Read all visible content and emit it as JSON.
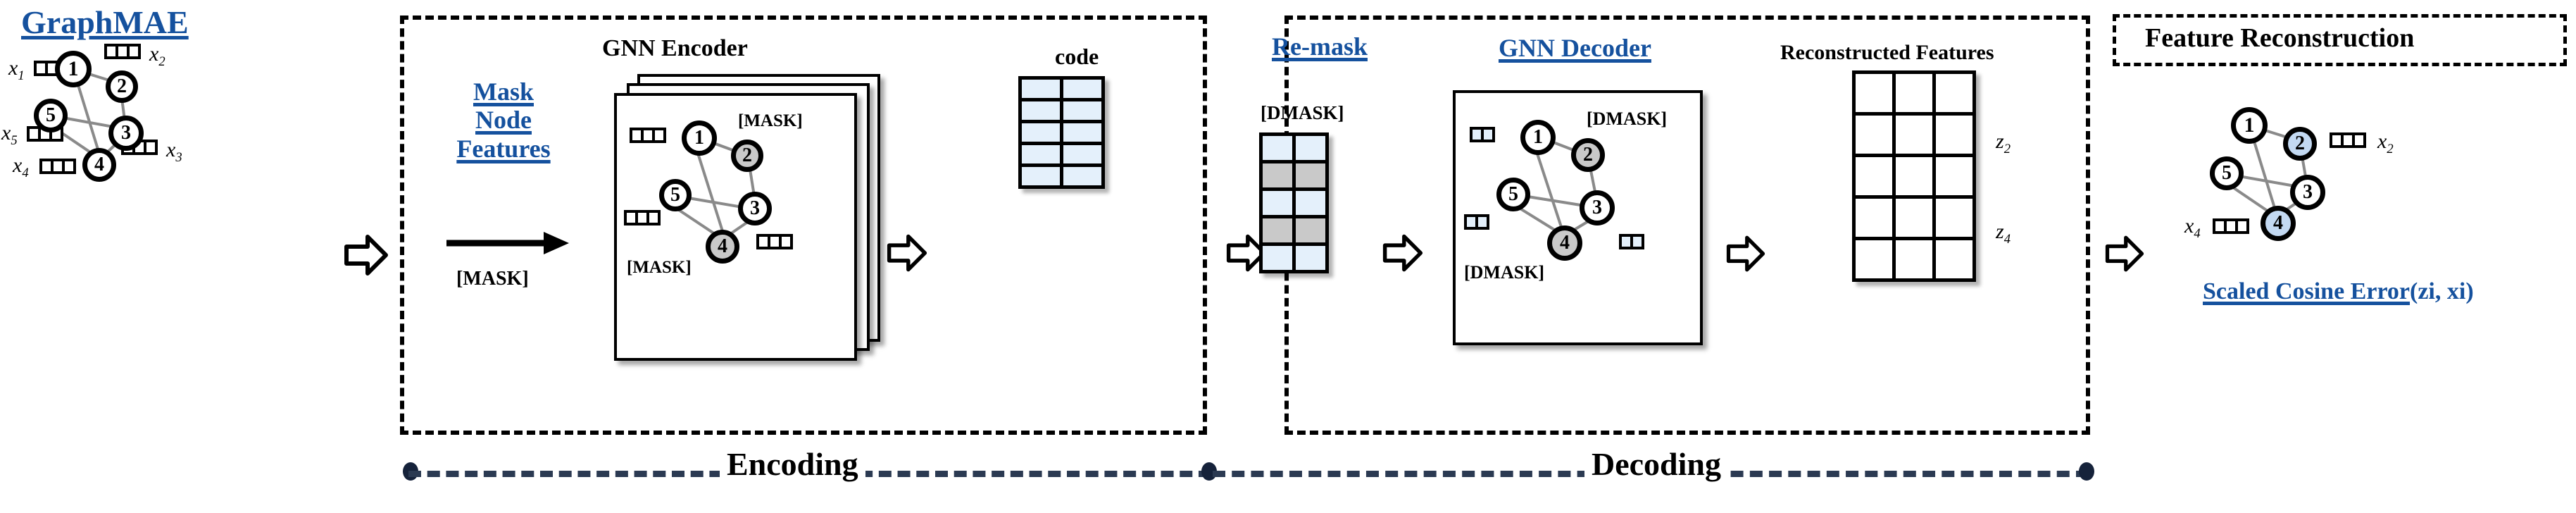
{
  "title": "GraphMAE",
  "colors": {
    "accent_blue": "#15519e",
    "code_cell_fill": "#e4f0fb",
    "masked_node_fill": "#c9c9c9",
    "reconstructed_node_fill": "#c3d9f2",
    "edge_gray": "#8a8a8a",
    "bar_navy": "#2b3a52"
  },
  "input_graph": {
    "nodes": [
      {
        "id": "1",
        "label": "1"
      },
      {
        "id": "2",
        "label": "2"
      },
      {
        "id": "3",
        "label": "3"
      },
      {
        "id": "4",
        "label": "4"
      },
      {
        "id": "5",
        "label": "5"
      }
    ],
    "edges": [
      [
        "1",
        "2"
      ],
      [
        "1",
        "4"
      ],
      [
        "2",
        "3"
      ],
      [
        "5",
        "3"
      ],
      [
        "5",
        "4"
      ],
      [
        "3",
        "4"
      ]
    ],
    "feature_labels": [
      "x1",
      "x2",
      "x3",
      "x4",
      "x5"
    ],
    "feature_cells": 3
  },
  "encoding_panel": {
    "mask_step_label": "Mask\nNode\nFeatures",
    "mask_step_lines": [
      "Mask",
      "Node",
      "Features"
    ],
    "arrow_caption": "[MASK]",
    "encoder_title": "GNN Encoder",
    "encoder_layers": 3,
    "masked_nodes": [
      "2",
      "4"
    ],
    "mask_tags": [
      "[MASK]",
      "[MASK]"
    ],
    "code_title": "code",
    "code_matrix": {
      "rows": 5,
      "cols": 2,
      "masked_rows": []
    },
    "section_label": "Encoding"
  },
  "decoding_panel": {
    "remask_title": "Re-mask",
    "remask_tag": "[DMASK]",
    "remask_matrix": {
      "rows": 5,
      "cols": 2,
      "masked_rows": [
        2,
        4
      ]
    },
    "decoder_title": "GNN Decoder",
    "decoder_masked_nodes": [
      "2",
      "4"
    ],
    "dmask_tags": [
      "[DMASK]",
      "[DMASK]"
    ],
    "decoder_feature_cells": 2,
    "reconstructed_title": "Reconstructed Features",
    "reconstructed_matrix": {
      "rows": 5,
      "cols": 3
    },
    "reconstructed_row_labels": [
      {
        "row": 2,
        "label": "z2"
      },
      {
        "row": 4,
        "label": "z4"
      }
    ],
    "section_label": "Decoding"
  },
  "reconstruction_panel": {
    "title": "Feature Reconstruction",
    "highlighted_nodes": [
      "2",
      "4"
    ],
    "feature_labels": [
      "x2",
      "x4"
    ],
    "loss_label": "Scaled Cosine Error",
    "loss_args": "(zi, xi)"
  }
}
